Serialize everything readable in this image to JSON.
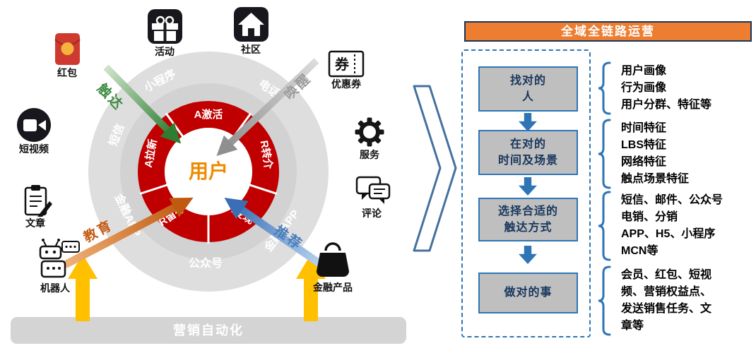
{
  "hub": {
    "center_label": "用户",
    "inner_ring": [
      "A拉新",
      "A激活",
      "R转介",
      "R留存",
      "R变现"
    ],
    "outer_ring": [
      "小程序",
      "短信",
      "电话",
      "金融APP",
      "公众号",
      "金融 APP"
    ],
    "flows": {
      "reach": "触达",
      "awaken": "唤醒",
      "educate": "教育",
      "recommend": "推荐"
    },
    "automation_bar": "营销自动化",
    "touchpoints": {
      "red_packet": "红包",
      "activity": "活动",
      "community": "社区",
      "coupon": "优惠券",
      "service": "服务",
      "comment": "评论",
      "short_video": "短视频",
      "article": "文章",
      "robot": "机器人",
      "finance_product": "金融产品",
      "coupon_glyph": "券"
    }
  },
  "panel": {
    "title": "全域全链路运营",
    "steps": [
      {
        "lines": [
          "找对的",
          "人"
        ]
      },
      {
        "lines": [
          "在对的",
          "时间及场景"
        ]
      },
      {
        "lines": [
          "选择合适的",
          "触达方式"
        ]
      },
      {
        "lines": [
          "做对的事"
        ]
      }
    ],
    "details": [
      {
        "lines": [
          "用户画像",
          "行为画像",
          "用户分群、特征等"
        ]
      },
      {
        "lines": [
          "时间特征",
          "LBS特征",
          "网络特征",
          "触点场景特征"
        ]
      },
      {
        "lines": [
          "短信、邮件、公众号",
          "电销、分销",
          "APP、H5、小程序",
          "MCN等"
        ]
      },
      {
        "lines": [
          "会员、红包、短视",
          "频、营销权益点、",
          "发送销售任务、文",
          "章等"
        ]
      }
    ]
  },
  "colors": {
    "panel_orange": "#ED7D31",
    "flow_blue": "#2E75B6",
    "ring_red": "#C00000",
    "highlight_yellow": "#FFC000",
    "user_orange": "#ED8B00"
  }
}
